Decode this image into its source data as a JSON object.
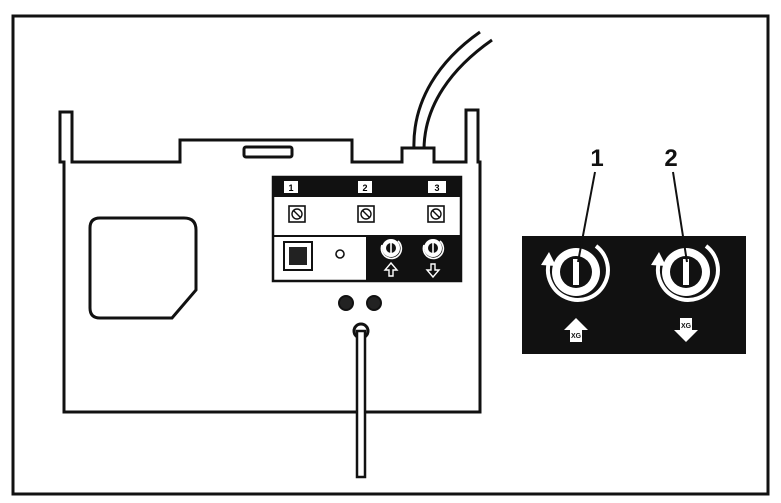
{
  "figure": {
    "panel_numbers": [
      "1",
      "2",
      "3"
    ],
    "callouts": [
      {
        "label": "1",
        "target": "up-adjust-screw"
      },
      {
        "label": "2",
        "target": "down-adjust-screw"
      }
    ],
    "arrow_marking": "XG",
    "colors": {
      "ink": "#111111",
      "paper": "#ffffff",
      "detail_bg": "#111111",
      "detail_fg": "#ffffff"
    }
  }
}
